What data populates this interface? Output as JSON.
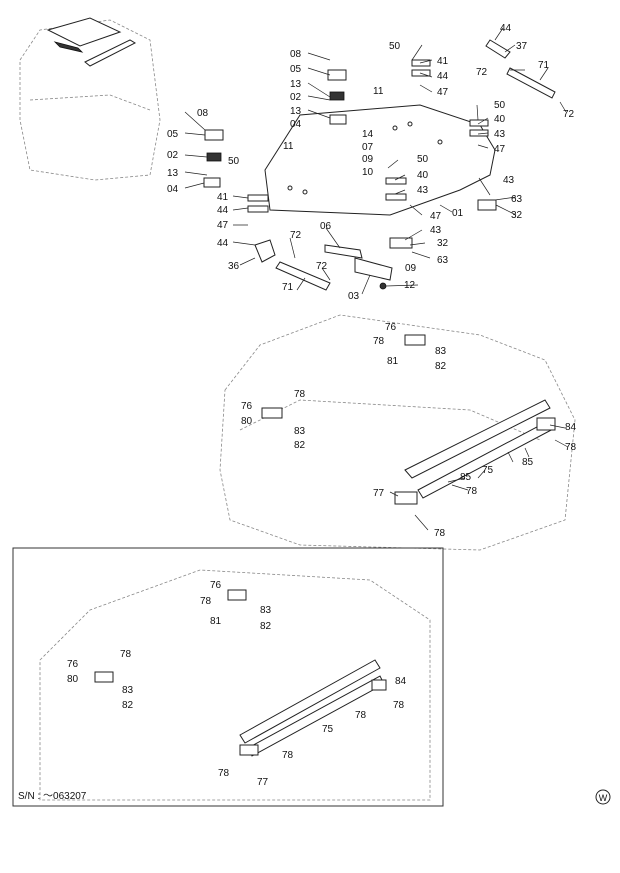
{
  "callouts": {
    "top_left_lower": [
      "08",
      "05",
      "02",
      "13",
      "04",
      "50",
      "41",
      "44",
      "47",
      "44",
      "36"
    ],
    "top_left_upper": [
      "08",
      "05",
      "13",
      "02",
      "13",
      "04"
    ],
    "top_center": [
      "11",
      "11",
      "14",
      "07",
      "09",
      "10",
      "50",
      "40",
      "43",
      "47",
      "01",
      "43",
      "32",
      "09",
      "63",
      "12",
      "03",
      "06",
      "72",
      "71",
      "72"
    ],
    "top_right": [
      "50",
      "41",
      "44",
      "47",
      "50",
      "40",
      "43",
      "47",
      "43",
      "63",
      "32",
      "44",
      "37",
      "71",
      "72",
      "72"
    ],
    "middle": [
      "76",
      "78",
      "83",
      "81",
      "82",
      "78",
      "76",
      "80",
      "83",
      "82",
      "84",
      "78",
      "85",
      "75",
      "85",
      "78",
      "77",
      "78"
    ],
    "inset": [
      "76",
      "78",
      "83",
      "81",
      "82",
      "78",
      "76",
      "80",
      "83",
      "82",
      "84",
      "78",
      "78",
      "75",
      "78",
      "78",
      "77"
    ]
  },
  "inset_serial": "S/N : ～063207",
  "watermark_letter": "W"
}
